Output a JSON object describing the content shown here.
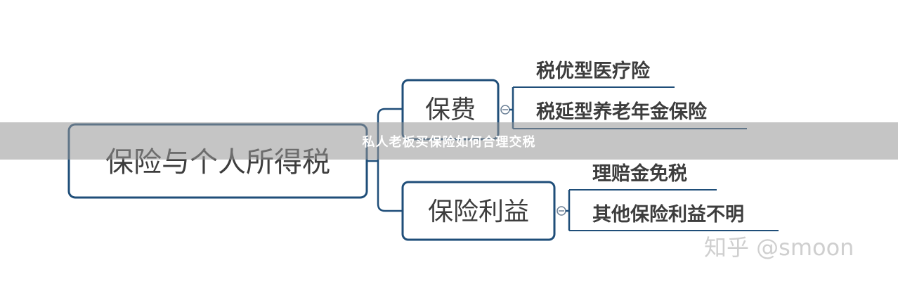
{
  "colors": {
    "box_border": "#1f4e79",
    "connector": "#1f4e79",
    "node_text": "#3d3d3d",
    "leaf_text": "#3d3d3d",
    "banner_bg": "#969696",
    "banner_text": "#ffffff",
    "watermark": "#cfcfcf"
  },
  "diagram": {
    "root": {
      "label": "保险与个人所得税"
    },
    "branches": [
      {
        "label": "保费",
        "leaves": [
          "税优型医疗险",
          "税延型养老年金保险"
        ]
      },
      {
        "label": "保险利益",
        "leaves": [
          "理赔金免税",
          "其他保险利益不明"
        ]
      }
    ]
  },
  "banner": {
    "title": "私人老板买保险如何合理交税"
  },
  "watermark": {
    "text": "知乎 @smoon"
  }
}
